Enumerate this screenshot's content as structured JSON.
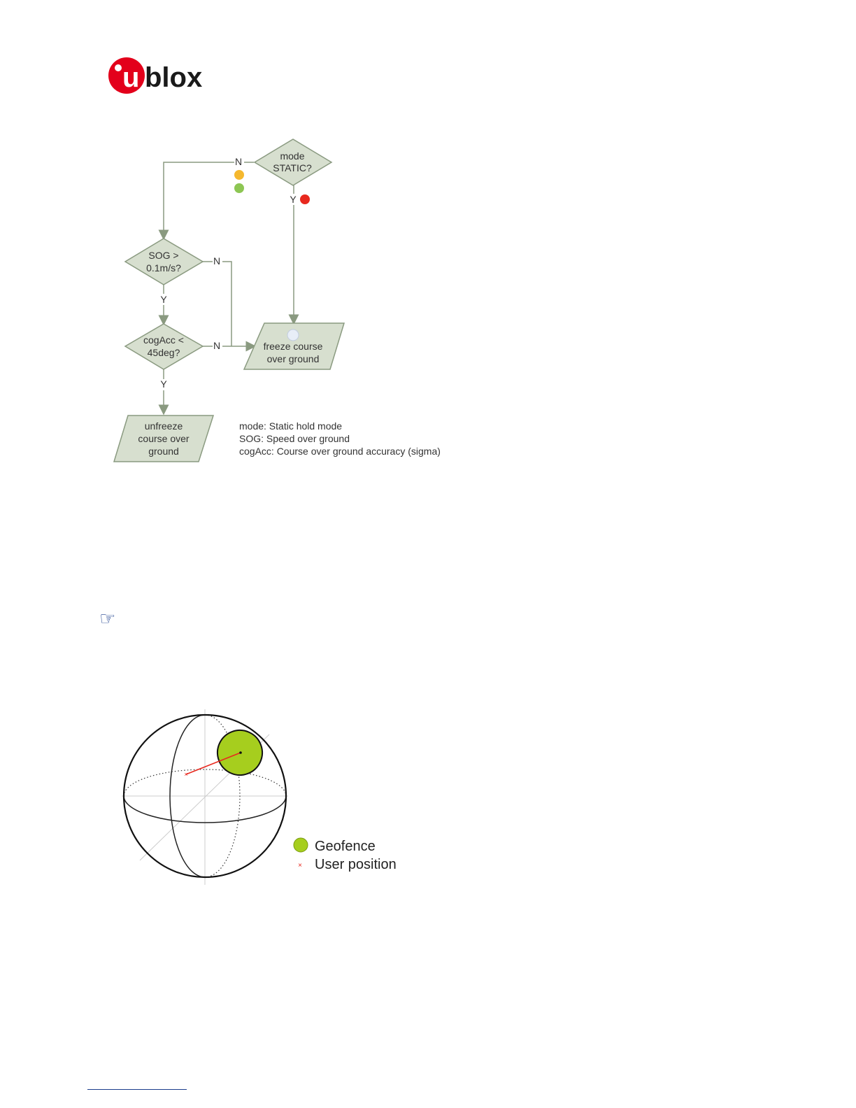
{
  "logo": {
    "text": "ublox",
    "brand_color": "#e3001b",
    "text_color": "#1a1a1a"
  },
  "flowchart": {
    "nodes": {
      "mode_static": [
        "mode",
        "STATIC?"
      ],
      "sog": [
        "SOG >",
        "0.1m/s?"
      ],
      "cogacc": [
        "cogAcc <",
        "45deg?"
      ],
      "freeze": [
        "freeze course",
        "over ground"
      ],
      "unfreeze": [
        "unfreeze",
        "course over",
        "ground"
      ]
    },
    "edge_labels": {
      "no": "N",
      "yes": "Y"
    },
    "status_colors": {
      "yellow": "#f5b82e",
      "green": "#8dc653",
      "red": "#e8281e"
    },
    "legend": [
      "mode: Static hold mode",
      "SOG: Speed over ground",
      "cogAcc: Course over ground accuracy (sigma)"
    ],
    "shape_fill": "#d7dfcf",
    "shape_stroke": "#8a9a80"
  },
  "note_icon": "pointing-hand-icon",
  "geofence_figure": {
    "legend": [
      {
        "icon": "geofence-icon",
        "label": "Geofence",
        "color": "#a6ce1e"
      },
      {
        "icon": "user-position-icon",
        "label": "User position",
        "color": "#e8281e"
      }
    ]
  }
}
